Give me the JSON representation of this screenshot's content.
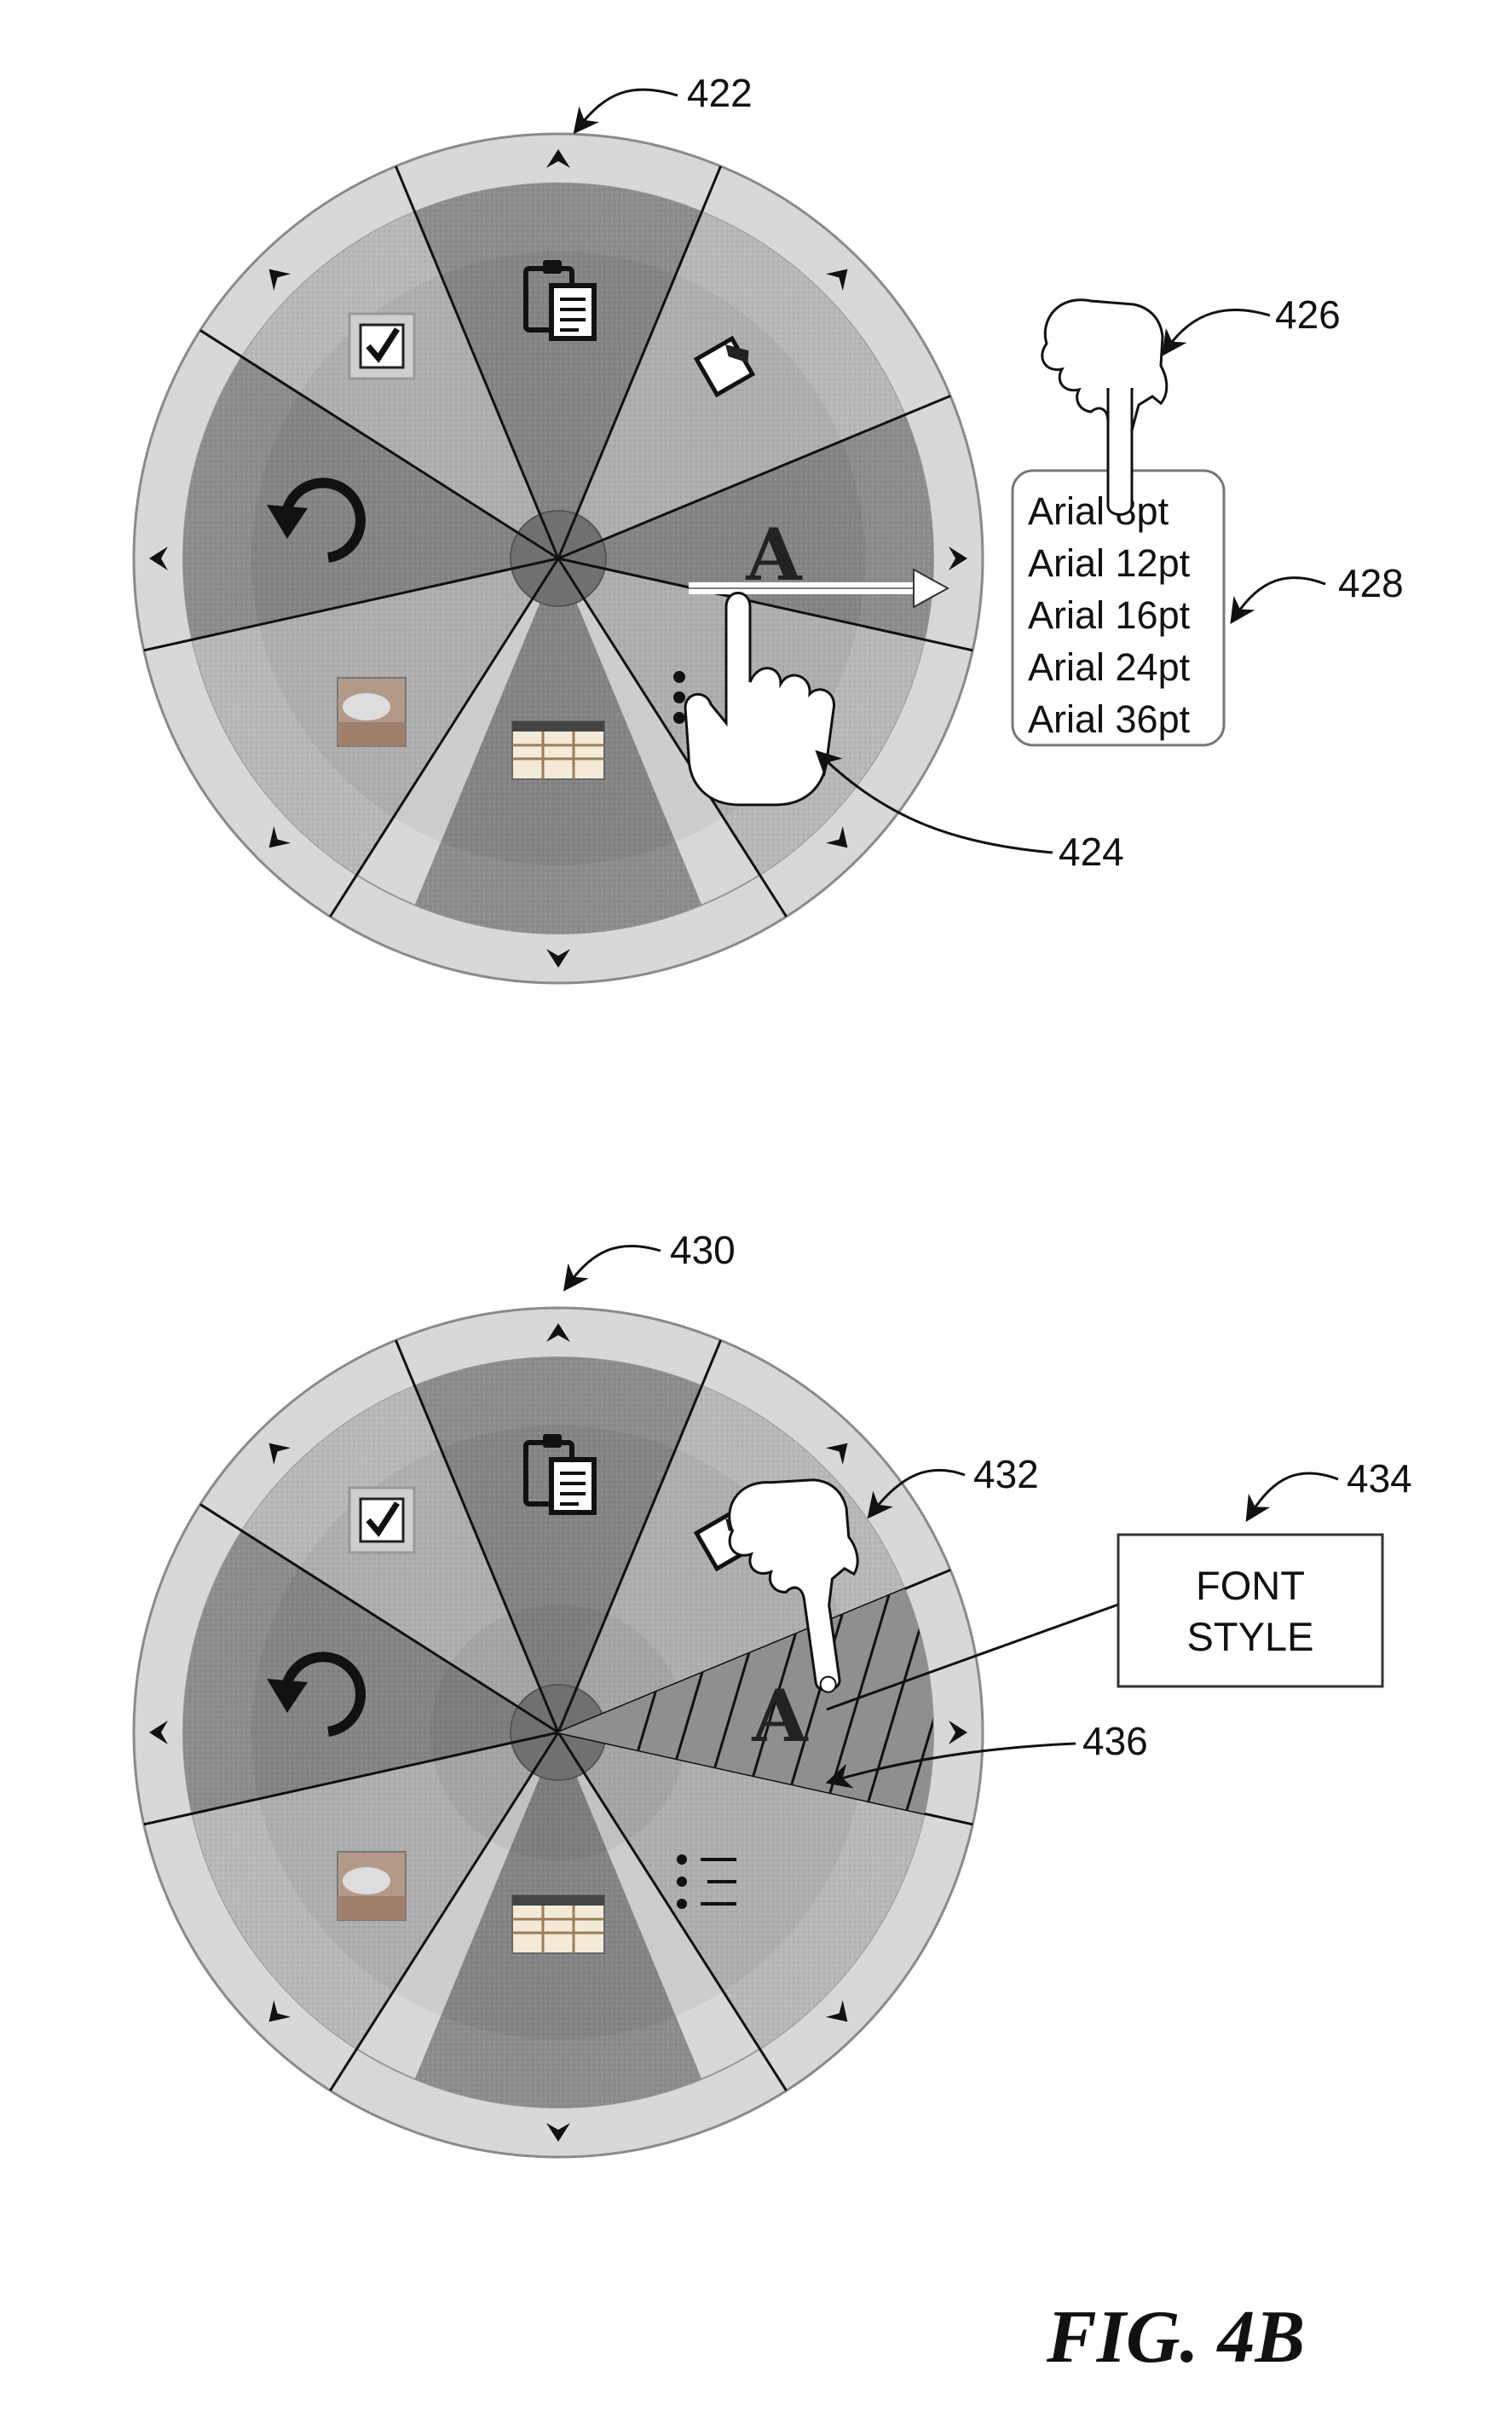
{
  "figure_label": "FIG. 4B",
  "top_menu": {
    "ref_menu": "422",
    "ref_gesture": "424",
    "ref_hand": "426",
    "ref_list": "428",
    "center_item_glyph": "A",
    "font_list": [
      "Arial 8pt",
      "Arial 12pt",
      "Arial 16pt",
      "Arial 24pt",
      "Arial 36pt"
    ]
  },
  "bottom_menu": {
    "ref_menu": "430",
    "ref_hand": "432",
    "ref_tooltip": "434",
    "ref_selected": "436",
    "center_item_glyph": "A",
    "tooltip_text": [
      "FONT",
      "STYLE"
    ]
  },
  "menu_items": [
    "font-item",
    "format-list-item",
    "table-item",
    "image-item",
    "undo-item",
    "checkbox-item",
    "paste-item",
    "ink-item"
  ],
  "colors": {
    "dark_sector": "#8c8c8c",
    "light_sector": "#b8b8b8",
    "outer_ring": "#d6d6d6",
    "hub": "#6e6e6e",
    "line": "#111111",
    "paper": "#ffffff"
  }
}
